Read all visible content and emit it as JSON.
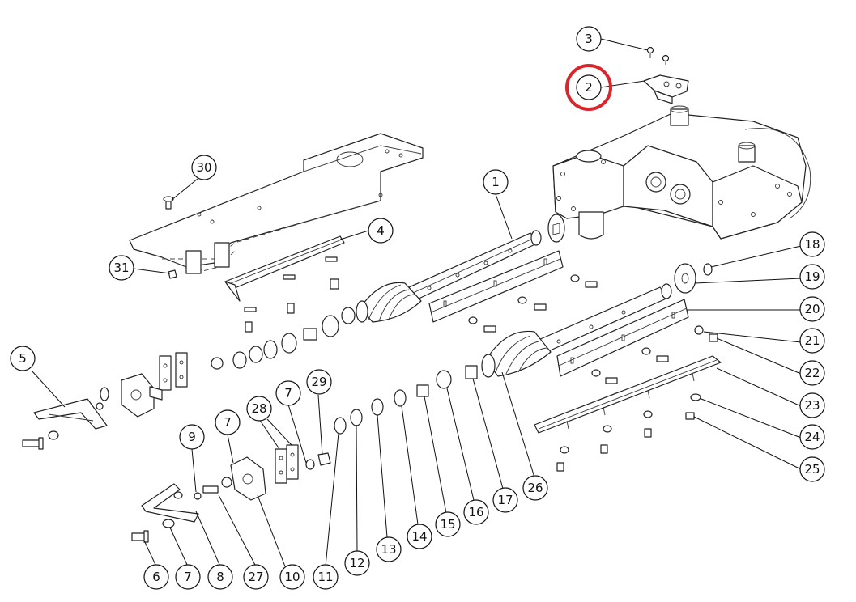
{
  "figure": {
    "highlight_color": "#d9262c",
    "highlighted_callout": "2",
    "callouts": [
      {
        "label": "1"
      },
      {
        "label": "2"
      },
      {
        "label": "3"
      },
      {
        "label": "4"
      },
      {
        "label": "5"
      },
      {
        "label": "6"
      },
      {
        "label": "7"
      },
      {
        "label": "7"
      },
      {
        "label": "7"
      },
      {
        "label": "8"
      },
      {
        "label": "9"
      },
      {
        "label": "10"
      },
      {
        "label": "11"
      },
      {
        "label": "12"
      },
      {
        "label": "13"
      },
      {
        "label": "14"
      },
      {
        "label": "15"
      },
      {
        "label": "16"
      },
      {
        "label": "17"
      },
      {
        "label": "18"
      },
      {
        "label": "19"
      },
      {
        "label": "20"
      },
      {
        "label": "21"
      },
      {
        "label": "22"
      },
      {
        "label": "23"
      },
      {
        "label": "24"
      },
      {
        "label": "25"
      },
      {
        "label": "26"
      },
      {
        "label": "27"
      },
      {
        "label": "28"
      },
      {
        "label": "29"
      },
      {
        "label": "30"
      },
      {
        "label": "31"
      }
    ]
  }
}
